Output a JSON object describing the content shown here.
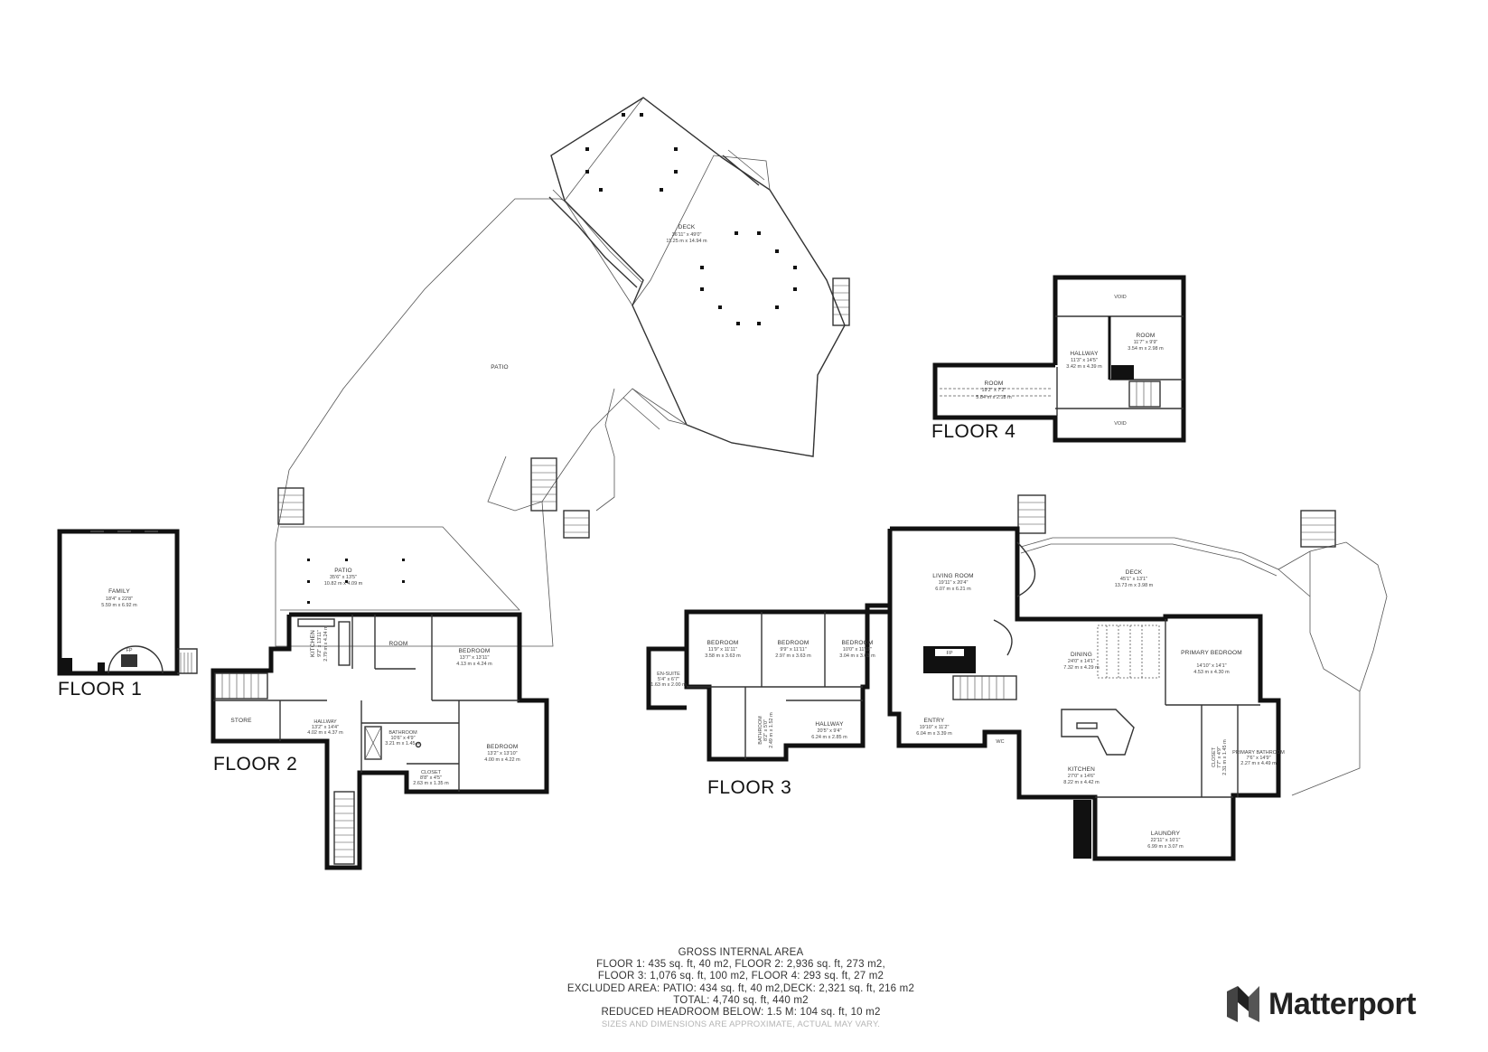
{
  "floors": {
    "floor1": "FLOOR 1",
    "floor2": "FLOOR 2",
    "floor3": "FLOOR 3",
    "floor4": "FLOOR 4"
  },
  "rooms": {
    "family": {
      "name": "FAMILY",
      "imperial": "18'4\" x 22'8\"",
      "metric": "5.59 m x 6.92 m"
    },
    "fp1": {
      "name": "FP"
    },
    "deck_top": {
      "name": "DECK",
      "imperial": "36'11\" x 49'0\"",
      "metric": "11.25 m x 14.94 m"
    },
    "patio_large": {
      "name": "PATIO"
    },
    "patio2": {
      "name": "PATIO",
      "imperial": "35'6\" x 13'5\"",
      "metric": "10.82 m x 4.09 m"
    },
    "kitchen2": {
      "name": "KITCHEN",
      "imperial": "9'2\" x 13'11\"",
      "metric": "2.79 m x 4.24 m"
    },
    "room2": {
      "name": "ROOM"
    },
    "bedroom2a": {
      "name": "BEDROOM",
      "imperial": "13'7\" x 13'11\"",
      "metric": "4.13 m x 4.24 m"
    },
    "store": {
      "name": "STORE"
    },
    "hallway2": {
      "name": "HALLWAY",
      "imperial": "13'2\" x 14'4\"",
      "metric": "4.02 m x 4.37 m"
    },
    "bathroom2": {
      "name": "BATHROOM",
      "imperial": "10'6\" x 4'9\"",
      "metric": "3.21 m x 1.45 m"
    },
    "closet2": {
      "name": "CLOSET",
      "imperial": "8'8\" x 4'5\"",
      "metric": "2.63 m x 1.35 m"
    },
    "bedroom2b": {
      "name": "BEDROOM",
      "imperial": "13'2\" x 13'10\"",
      "metric": "4.00 m x 4.22 m"
    },
    "ensuite3": {
      "name": "EN-SUITE",
      "imperial": "5'4\" x 6'7\"",
      "metric": "1.63 m x 2.00 m"
    },
    "bedroom3a": {
      "name": "BEDROOM",
      "imperial": "11'9\" x 11'11\"",
      "metric": "3.58 m x 3.63 m"
    },
    "bedroom3b": {
      "name": "BEDROOM",
      "imperial": "9'9\" x 11'11\"",
      "metric": "2.97 m x 3.63 m"
    },
    "bedroom3c": {
      "name": "BEDROOM",
      "imperial": "10'0\" x 11'11\"",
      "metric": "3.04 m x 3.63 m"
    },
    "bathroom3": {
      "name": "BATHROOM",
      "imperial": "8'2\" x 5'0\"",
      "metric": "2.49 m x 1.52 m"
    },
    "hallway3": {
      "name": "HALLWAY",
      "imperial": "20'5\" x 9'4\"",
      "metric": "6.24 m x 2.85 m"
    },
    "living": {
      "name": "LIVING ROOM",
      "imperial": "19'11\" x 20'4\"",
      "metric": "6.07 m x 6.21 m"
    },
    "fp3": {
      "name": "FP"
    },
    "entry": {
      "name": "ENTRY",
      "imperial": "19'10\" x 11'2\"",
      "metric": "6.04 m x 3.39 m"
    },
    "wc": {
      "name": "WC"
    },
    "deck3": {
      "name": "DECK",
      "imperial": "45'1\" x 13'1\"",
      "metric": "13.73 m x 3.98 m"
    },
    "dining": {
      "name": "DINING",
      "imperial": "24'0\" x 14'1\"",
      "metric": "7.32 m x 4.29 m"
    },
    "primary_bed": {
      "name": "PRIMARY BEDROOM",
      "imperial": "14'10\" x 14'1\"",
      "metric": "4.53 m x 4.30 m"
    },
    "kitchen3": {
      "name": "KITCHEN",
      "imperial": "27'0\" x 14'6\"",
      "metric": "8.22 m x 4.42 m"
    },
    "closet3": {
      "name": "CLOSET",
      "imperial": "7'7\" x 4'9\"",
      "metric": "2.31 m x 1.45 m"
    },
    "primary_bath": {
      "name": "PRIMARY BATHROOM",
      "imperial": "7'6\" x 14'9\"",
      "metric": "2.27 m x 4.49 m"
    },
    "laundry": {
      "name": "LAUNDRY",
      "imperial": "22'11\" x 10'1\"",
      "metric": "6.99 m x 3.07 m"
    },
    "void_top": {
      "name": "VOID"
    },
    "room4a": {
      "name": "ROOM",
      "imperial": "11'7\" x 9'9\"",
      "metric": "3.54 m x 2.98 m"
    },
    "hallway4": {
      "name": "HALLWAY",
      "imperial": "11'3\" x 14'5\"",
      "metric": "3.42 m x 4.39 m"
    },
    "room4b": {
      "name": "ROOM",
      "imperial": "19'2\" x 7'2\"",
      "metric": "5.84 m x 2.18 m"
    },
    "void_bottom": {
      "name": "VOID"
    }
  },
  "summary": {
    "heading": "GROSS INTERNAL AREA",
    "line1": "FLOOR 1: 435 sq. ft, 40 m2, FLOOR 2: 2,936 sq. ft, 273 m2,",
    "line2": "FLOOR 3: 1,076 sq. ft, 100 m2, FLOOR 4: 293 sq. ft, 27 m2",
    "line3": "EXCLUDED AREA: PATIO: 434 sq. ft, 40 m2,DECK: 2,321 sq. ft, 216 m2",
    "line4": "TOTAL: 4,740 sq. ft, 440 m2",
    "line5": "REDUCED HEADROOM BELOW: 1.5 M: 104 sq. ft, 10 m2",
    "note": "SIZES AND DIMENSIONS ARE APPROXIMATE, ACTUAL MAY VARY."
  },
  "brand": {
    "name": "Matterport",
    "icon": "matterport-logo-icon"
  }
}
